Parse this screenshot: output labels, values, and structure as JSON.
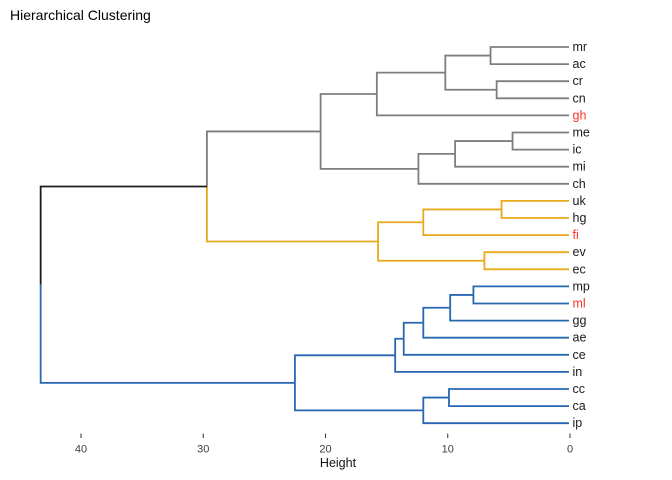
{
  "chart_data": {
    "type": "dendrogram",
    "title": "Hierarchical Clustering",
    "orientation": "horizontal",
    "x_axis": {
      "label": "Height",
      "ticks": [
        40,
        30,
        20,
        10,
        0
      ],
      "reversed": true,
      "range": [
        45,
        0
      ]
    },
    "legend": "none",
    "grid": false,
    "colors": {
      "gray": "#7E7E7E",
      "yellow": "#E9A91C",
      "blue": "#2767B2",
      "black": "#1C1C1C",
      "red": "#F9322C",
      "leaf_label": "#1A1A1A",
      "tick": "#3E3E3E"
    },
    "red_leaves": [
      "gh",
      "fi",
      "ml"
    ],
    "tree": {
      "h": 43.3,
      "children": [
        {
          "h": 29.7,
          "branch": "black",
          "children": [
            {
              "h": 20.4,
              "branch": "gray",
              "children": [
                {
                  "h": 15.8,
                  "branch": "gray",
                  "children": [
                    {
                      "h": 10.2,
                      "branch": "gray",
                      "children": [
                        {
                          "h": 6.5,
                          "branch": "gray",
                          "children": [
                            {
                              "leaf": "mr"
                            },
                            {
                              "leaf": "ac"
                            }
                          ]
                        },
                        {
                          "h": 6.0,
                          "branch": "gray",
                          "children": [
                            {
                              "leaf": "cr"
                            },
                            {
                              "leaf": "cn"
                            }
                          ]
                        }
                      ]
                    },
                    {
                      "leaf": "gh",
                      "label_color": "red"
                    }
                  ]
                },
                {
                  "h": 12.4,
                  "branch": "gray",
                  "children": [
                    {
                      "h": 9.4,
                      "branch": "gray",
                      "children": [
                        {
                          "h": 4.7,
                          "branch": "gray",
                          "children": [
                            {
                              "leaf": "me"
                            },
                            {
                              "leaf": "ic"
                            }
                          ]
                        },
                        {
                          "leaf": "mi"
                        }
                      ]
                    },
                    {
                      "leaf": "ch"
                    }
                  ]
                }
              ]
            },
            {
              "h": 15.7,
              "branch": "yellow",
              "children": [
                {
                  "h": 12.0,
                  "branch": "yellow",
                  "children": [
                    {
                      "h": 5.6,
                      "branch": "yellow",
                      "children": [
                        {
                          "leaf": "uk"
                        },
                        {
                          "leaf": "hg"
                        }
                      ]
                    },
                    {
                      "leaf": "fi",
                      "label_color": "red"
                    }
                  ]
                },
                {
                  "h": 7.0,
                  "branch": "yellow",
                  "children": [
                    {
                      "leaf": "ev"
                    },
                    {
                      "leaf": "ec"
                    }
                  ]
                }
              ]
            }
          ]
        },
        {
          "h": 22.5,
          "branch": "blue",
          "children": [
            {
              "h": 14.3,
              "branch": "blue",
              "children": [
                {
                  "h": 13.6,
                  "branch": "blue",
                  "children": [
                    {
                      "h": 12.0,
                      "branch": "blue",
                      "children": [
                        {
                          "h": 9.8,
                          "branch": "blue",
                          "children": [
                            {
                              "h": 7.9,
                              "branch": "blue",
                              "children": [
                                {
                                  "leaf": "mp"
                                },
                                {
                                  "leaf": "ml",
                                  "label_color": "red"
                                }
                              ]
                            },
                            {
                              "leaf": "gg"
                            }
                          ]
                        },
                        {
                          "leaf": "ae"
                        }
                      ]
                    },
                    {
                      "leaf": "ce"
                    }
                  ]
                },
                {
                  "leaf": "in"
                }
              ]
            },
            {
              "h": 12.0,
              "branch": "blue",
              "children": [
                {
                  "h": 9.9,
                  "branch": "blue",
                  "children": [
                    {
                      "leaf": "cc"
                    },
                    {
                      "leaf": "ca"
                    }
                  ]
                },
                {
                  "leaf": "ip"
                }
              ]
            }
          ]
        }
      ]
    }
  }
}
